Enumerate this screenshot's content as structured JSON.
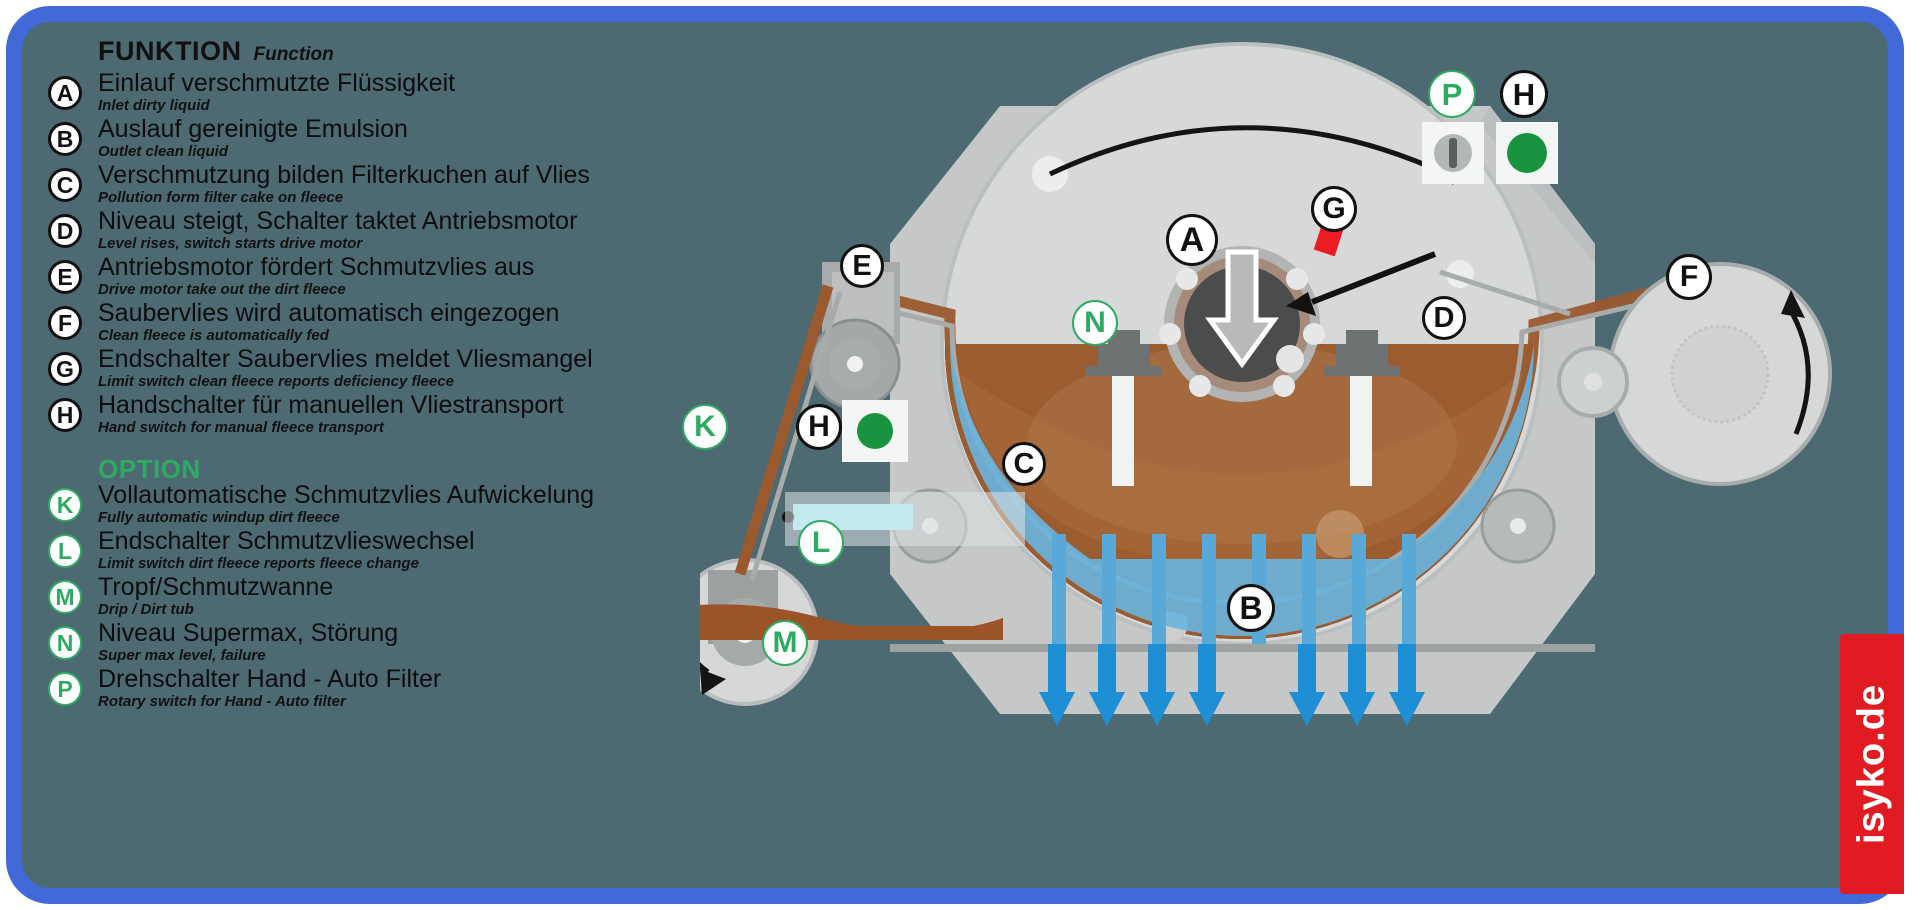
{
  "colors": {
    "frame_blue": "#4169d8",
    "background_slate": "#4d6a73",
    "option_green": "#2faa63",
    "logo_red": "#e01b22",
    "liquid_brown": "#9a5a2e",
    "clean_blue": "#3c9fdc",
    "limit_switch_red": "#ee1c22",
    "indicator_green": "#18933f"
  },
  "legend": {
    "title_de": "FUNKTION",
    "title_en": "Function",
    "option_heading": "OPTION",
    "items": [
      {
        "key": "A",
        "style": "dark",
        "de": "Einlauf verschmutzte Flüssigkeit",
        "en": "Inlet dirty liquid"
      },
      {
        "key": "B",
        "style": "dark",
        "de": "Auslauf gereinigte Emulsion",
        "en": "Outlet clean liquid"
      },
      {
        "key": "C",
        "style": "dark",
        "de": "Verschmutzung bilden Filterkuchen auf Vlies",
        "en": "Pollution form filter cake on fleece"
      },
      {
        "key": "D",
        "style": "dark",
        "de": "Niveau steigt, Schalter taktet Antriebsmotor",
        "en": "Level rises, switch starts drive motor"
      },
      {
        "key": "E",
        "style": "dark",
        "de": "Antriebsmotor fördert Schmutzvlies aus",
        "en": "Drive motor take out the dirt fleece"
      },
      {
        "key": "F",
        "style": "dark",
        "de": "Saubervlies wird automatisch eingezogen",
        "en": "Clean fleece is automatically fed"
      },
      {
        "key": "G",
        "style": "dark",
        "de": "Endschalter Saubervlies meldet Vliesmangel",
        "en": "Limit switch clean fleece reports deficiency fleece"
      },
      {
        "key": "H",
        "style": "dark",
        "de": "Handschalter für manuellen Vliestransport",
        "en": "Hand switch for manual fleece transport"
      }
    ],
    "option_items": [
      {
        "key": "K",
        "style": "green",
        "de": "Vollautomatische Schmutzvlies Aufwickelung",
        "en": "Fully automatic windup dirt fleece"
      },
      {
        "key": "L",
        "style": "green",
        "de": "Endschalter Schmutzvlieswechsel",
        "en": "Limit switch dirt fleece reports fleece change"
      },
      {
        "key": "M",
        "style": "green",
        "de": "Tropf/Schmutzwanne",
        "en": "Drip / Dirt tub"
      },
      {
        "key": "N",
        "style": "green",
        "de": "Niveau Supermax, Störung",
        "en": "Super max level, failure"
      },
      {
        "key": "P",
        "style": "green",
        "de": "Drehschalter Hand - Auto Filter",
        "en": "Rotary switch for Hand - Auto filter"
      }
    ]
  },
  "diagram": {
    "callouts": [
      {
        "key": "A",
        "style": "dark",
        "name": "inlet-flange"
      },
      {
        "key": "B",
        "style": "dark",
        "name": "clean-liquid-outlet"
      },
      {
        "key": "C",
        "style": "dark",
        "name": "filter-cake"
      },
      {
        "key": "D",
        "style": "dark",
        "name": "level-switch"
      },
      {
        "key": "E",
        "style": "dark",
        "name": "drive-motor"
      },
      {
        "key": "F",
        "style": "dark",
        "name": "clean-fleece-roll"
      },
      {
        "key": "G",
        "style": "dark",
        "name": "limit-switch-clean-fleece"
      },
      {
        "key": "H",
        "style": "dark",
        "name": "hand-switch"
      },
      {
        "key": "K",
        "style": "green",
        "name": "dirt-fleece-windup"
      },
      {
        "key": "L",
        "style": "green",
        "name": "limit-switch-dirt-fleece"
      },
      {
        "key": "M",
        "style": "green",
        "name": "drip-dirt-tub"
      },
      {
        "key": "N",
        "style": "green",
        "name": "level-supermax"
      },
      {
        "key": "P",
        "style": "green",
        "name": "rotary-switch"
      }
    ],
    "control_panel": {
      "rotary_switch_marking": "I",
      "hand_switch_marking": ""
    }
  },
  "logo": {
    "text": "isyko.de"
  }
}
